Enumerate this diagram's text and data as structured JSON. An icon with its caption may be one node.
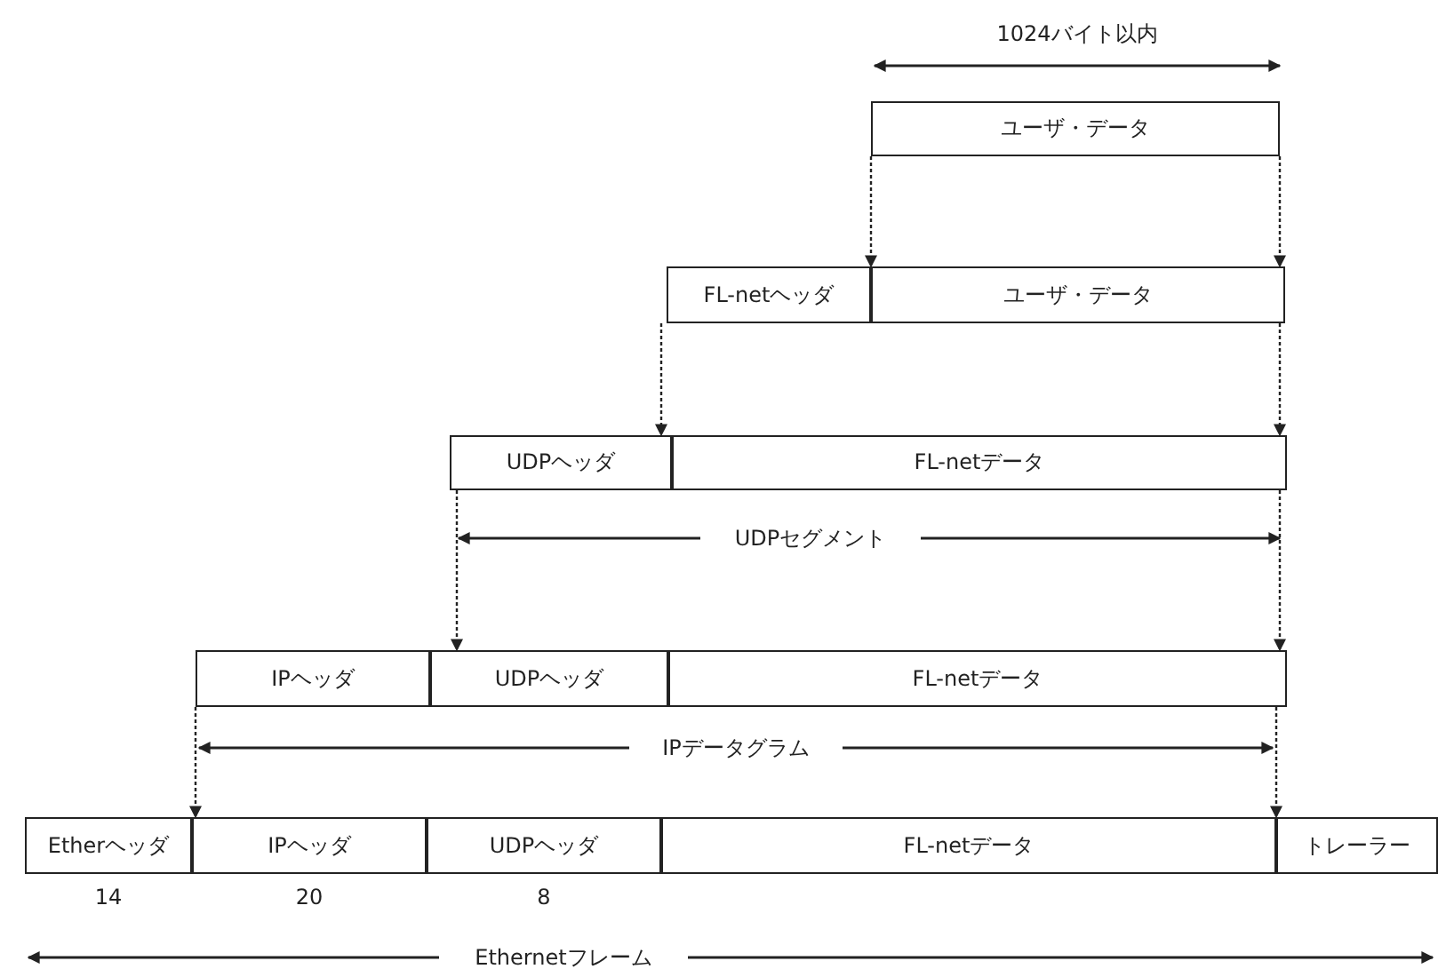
{
  "diagram": {
    "nodes": [
      {
        "text": [
          "ユーザ・データ"
        ]
      },
      {
        "text": [
          "FL-netヘッダ"
        ]
      },
      {
        "text": [
          "ユーザ・データ"
        ]
      },
      {
        "text": [
          "UDPヘッダ"
        ]
      },
      {
        "text": [
          "FL-netデータ"
        ]
      },
      {
        "text": [
          "IPヘッダ"
        ]
      },
      {
        "text": [
          "UDPヘッダ"
        ]
      },
      {
        "text": [
          "FL-netデータ"
        ]
      },
      {
        "text": [
          "Etherヘッダ"
        ],
        "beside": [
          "14"
        ]
      },
      {
        "text": [
          "IPヘッダ"
        ],
        "beside": [
          "20"
        ]
      },
      {
        "text": [
          "UDPヘッダ"
        ],
        "beside": [
          "8"
        ]
      },
      {
        "text": [
          "FL-netデータ"
        ]
      },
      {
        "text": [
          "トレーラー"
        ]
      }
    ],
    "edges": [
      {
        "from": 0,
        "to": 2,
        "arrow": "to",
        "style": "dashed"
      },
      {
        "from": 0,
        "to": 2,
        "arrow": "to",
        "style": "dashed"
      },
      {
        "from": 1,
        "to": 4,
        "arrow": "to",
        "style": "dashed"
      },
      {
        "from": 2,
        "to": 4,
        "arrow": "to",
        "style": "dashed"
      },
      {
        "from": 3,
        "to": 6,
        "arrow": "to",
        "style": "dashed"
      },
      {
        "from": 4,
        "to": 7,
        "arrow": "to",
        "style": "dashed"
      },
      {
        "from": 5,
        "to": 9,
        "arrow": "to",
        "style": "dashed"
      },
      {
        "from": 7,
        "to": 11,
        "arrow": "to",
        "style": "dashed"
      }
    ],
    "labels": [
      "1024バイト以内",
      "UDPセグメント",
      "IPデータグラム",
      "Ethernetフレーム"
    ]
  }
}
